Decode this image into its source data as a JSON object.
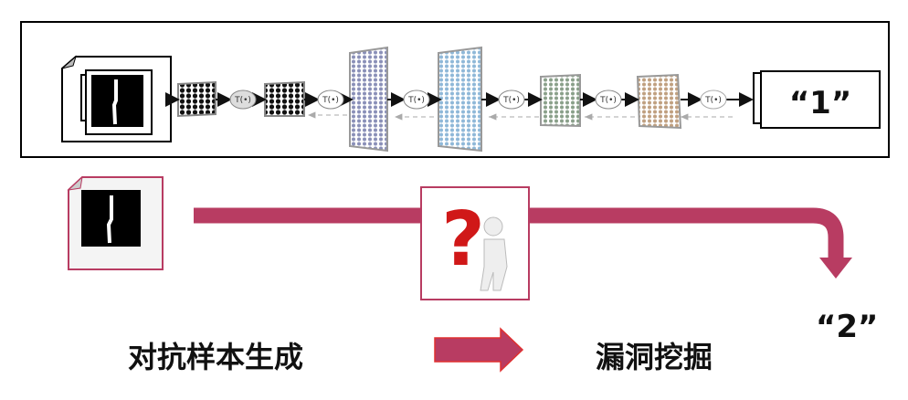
{
  "network": {
    "activation_label": "T(•)",
    "output_label": "“1”"
  },
  "adversarial": {
    "output_label": "“2”"
  },
  "captions": {
    "left": "对抗样本生成",
    "right": "漏洞挖掘"
  },
  "colors": {
    "flow": "#b83c62",
    "layer_fill": [
      "#222222",
      "#222222",
      "#8a90b8",
      "#8fb8d8",
      "#8aa08a",
      "#c0a080"
    ]
  }
}
